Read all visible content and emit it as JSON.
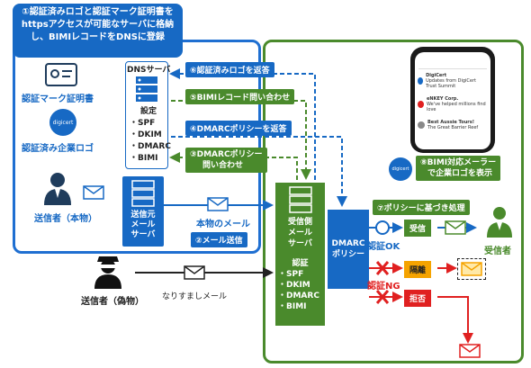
{
  "banner": {
    "line1": "①認証済みロゴと認証マーク証明書を",
    "line2": "httpsアクセスが可能なサーバに格納",
    "line3": "し、BIMIレコードをDNSに登録"
  },
  "sender_side": {
    "cert_label": "認証マーク証明書",
    "logo_label": "認証済み企業ロゴ",
    "logo_text": "digicert",
    "sender_label": "送信者（本物）",
    "dns_title": "DNSサーバ",
    "dns_items": [
      "設定",
      "・SPF",
      "・DKIM",
      "・DMARC",
      "・BIMI"
    ],
    "mail_server": [
      "送信元",
      "メール",
      "サーバ"
    ]
  },
  "arrows": {
    "step6": "⑥認証済みロゴを返答",
    "step5": "⑤BIMIレコード問い合わせ",
    "step4": "④DMARCポリシーを返答",
    "step3_line1": "③DMARCポリシー",
    "step3_line2": "問い合わせ",
    "genuine_mail": "本物のメール",
    "step2": "②メール送信",
    "spoof_mail": "なりすましメール"
  },
  "impersonator_label": "送信者（偽物）",
  "receiver_side": {
    "server": [
      "受信側",
      "メール",
      "サーバ"
    ],
    "auth_title": "認証",
    "auth_items": [
      "・SPF",
      "・DKIM",
      "・DMARC",
      "・BIMI"
    ],
    "dmarc": [
      "DMARC",
      "ポリシー"
    ],
    "step7": "⑦ポリシーに基づき処理",
    "auth_ok": "認証OK",
    "auth_ng": "認証NG",
    "receive": "受信",
    "quarantine": "隔離",
    "reject": "拒否",
    "recipient": "受信者",
    "step8_line1": "⑧BIMI対応メーラー",
    "step8_line2": "で企業ロゴを表示",
    "logo_text": "digicert"
  },
  "phone": {
    "items": [
      {
        "name": "DigiCert",
        "sub": "Updates from DigiCert Trust Summit"
      },
      {
        "name": "eNKEY Corp.",
        "sub": "We've helped millions find love"
      },
      {
        "name": "Best Aussie Tours!",
        "sub": "The Great Barrier Reef"
      }
    ]
  },
  "colors": {
    "blue": "#1769c4",
    "green": "#4a8a2c",
    "red": "#e02020",
    "orange": "#f5a300",
    "dark": "#1f3c5c"
  }
}
